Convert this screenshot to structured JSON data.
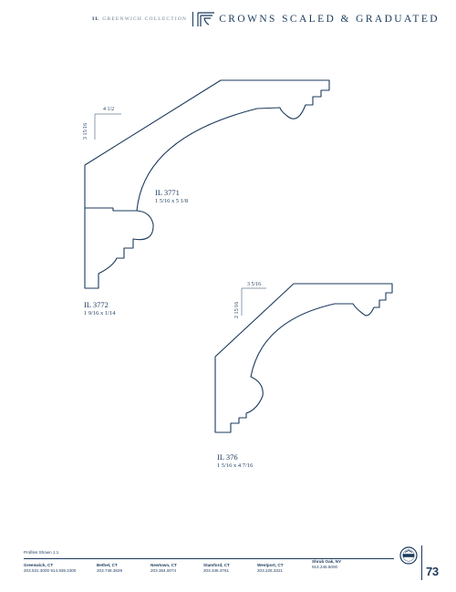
{
  "header": {
    "collection_prefix": "IL",
    "collection_name": "GREENWICH COLLECTION",
    "title": "CROWNS SCALED & GRADUATED"
  },
  "profiles": [
    {
      "number": "IL 3771",
      "size": "1 5/16 x 5 1/8",
      "dim_horizontal": "4 1/2",
      "dim_vertical": "3 15/16"
    },
    {
      "number": "IL 3772",
      "size": "1 9/16 x 1/14"
    },
    {
      "number": "IL 376",
      "size": "1 5/16 x 4 7/16",
      "dim_horizontal": "3 5/16",
      "dim_vertical": "2 15/16"
    }
  ],
  "footer": {
    "note": "Profiles Shown 1:1",
    "locations": [
      {
        "city": "Greenwich, CT",
        "phone": "203.531.3000  914.939.2300"
      },
      {
        "city": "Bethel, CT",
        "phone": "203.748.3629"
      },
      {
        "city": "Newtown, CT",
        "phone": "203.364.0074"
      },
      {
        "city": "Stamford, CT",
        "phone": "203.348.3761"
      },
      {
        "city": "Westport, CT",
        "phone": "203.226.3321"
      },
      {
        "city": "Shrub Oak, NY",
        "phone": "914.245.5000"
      }
    ],
    "page_number": "73"
  },
  "colors": {
    "ink": "#1b3a5c",
    "muted": "#6b7f93",
    "background": "#ffffff"
  },
  "icons": {
    "brand_mark": "crown-molding-mark-icon",
    "seal": "company-seal-icon"
  }
}
